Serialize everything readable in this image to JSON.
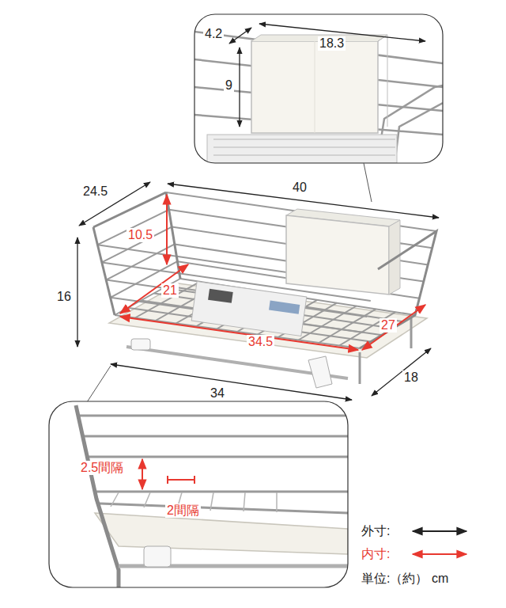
{
  "diagram": {
    "labels": [
      "4.2",
      "18.3",
      "9",
      "24.5",
      "40",
      "10.5",
      "16",
      "21",
      "34.5",
      "27",
      "18",
      "34",
      "2.5間隔",
      "2間隔",
      "単位:（約） cm"
    ],
    "legend": [
      {
        "text": "外寸:"
      },
      {
        "text": "内寸:"
      }
    ]
  }
}
